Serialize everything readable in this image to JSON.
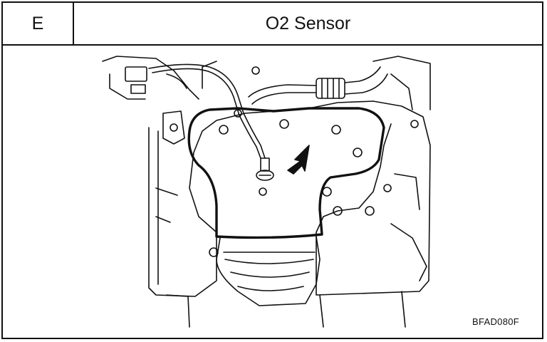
{
  "header": {
    "section_letter": "E",
    "title": "O2 Sensor"
  },
  "figure": {
    "code": "BFAD080F",
    "subject": "oxygen-sensor-location-on-exhaust-manifold",
    "arrow_icon": "arrow-pointer-icon"
  }
}
